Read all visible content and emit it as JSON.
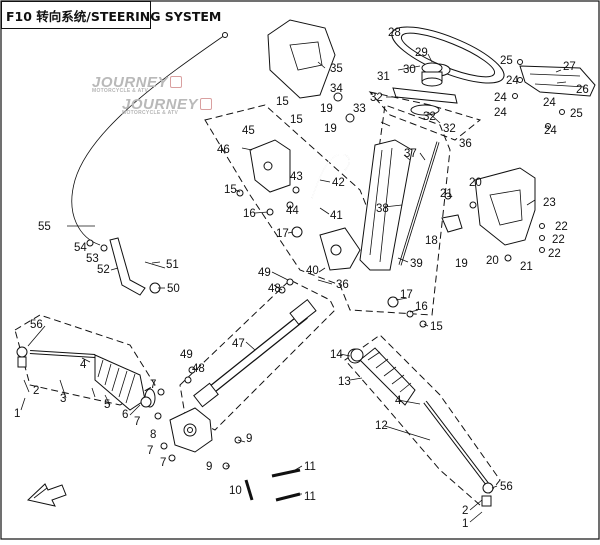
{
  "title": "F10 转向系统/STEERING SYSTEM",
  "watermark": {
    "brand": "JOURNEY",
    "tagline": "MOTORCYCLE & ATV"
  },
  "callouts": {
    "c1a": "1",
    "c1b": "1",
    "c2a": "2",
    "c2b": "2",
    "c3": "3",
    "c4a": "4",
    "c4b": "4",
    "c5": "5",
    "c6": "6",
    "c7a": "7",
    "c7b": "7",
    "c7c": "7",
    "c7d": "7",
    "c8": "8",
    "c9a": "9",
    "c9b": "9",
    "c10": "10",
    "c11a": "11",
    "c11b": "11",
    "c12": "12",
    "c13": "13",
    "c14": "14",
    "c15a": "15",
    "c15b": "15",
    "c15c": "15",
    "c15d": "15",
    "c16a": "16",
    "c16b": "16",
    "c17a": "17",
    "c17b": "17",
    "c18": "18",
    "c19a": "19",
    "c19b": "19",
    "c19c": "19",
    "c20a": "20",
    "c20b": "20",
    "c21a": "21",
    "c21b": "21",
    "c22a": "22",
    "c22b": "22",
    "c22c": "22",
    "c23": "23",
    "c24a": "24",
    "c24b": "24",
    "c24c": "24",
    "c24d": "24",
    "c24e": "24",
    "c25a": "25",
    "c25b": "25",
    "c26": "26",
    "c27": "27",
    "c28": "28",
    "c29": "29",
    "c30": "30",
    "c31": "31",
    "c32a": "32",
    "c32b": "32",
    "c32c": "32",
    "c33": "33",
    "c34": "34",
    "c35": "35",
    "c36a": "36",
    "c36b": "36",
    "c37": "37",
    "c38": "38",
    "c39": "39",
    "c40": "40",
    "c41": "41",
    "c42": "42",
    "c43": "43",
    "c44": "44",
    "c45": "45",
    "c46": "46",
    "c47": "47",
    "c48a": "48",
    "c48b": "48",
    "c49a": "49",
    "c49b": "49",
    "c50": "50",
    "c51": "51",
    "c52": "52",
    "c53": "53",
    "c54": "54",
    "c55": "55",
    "c56a": "56",
    "c56b": "56"
  }
}
